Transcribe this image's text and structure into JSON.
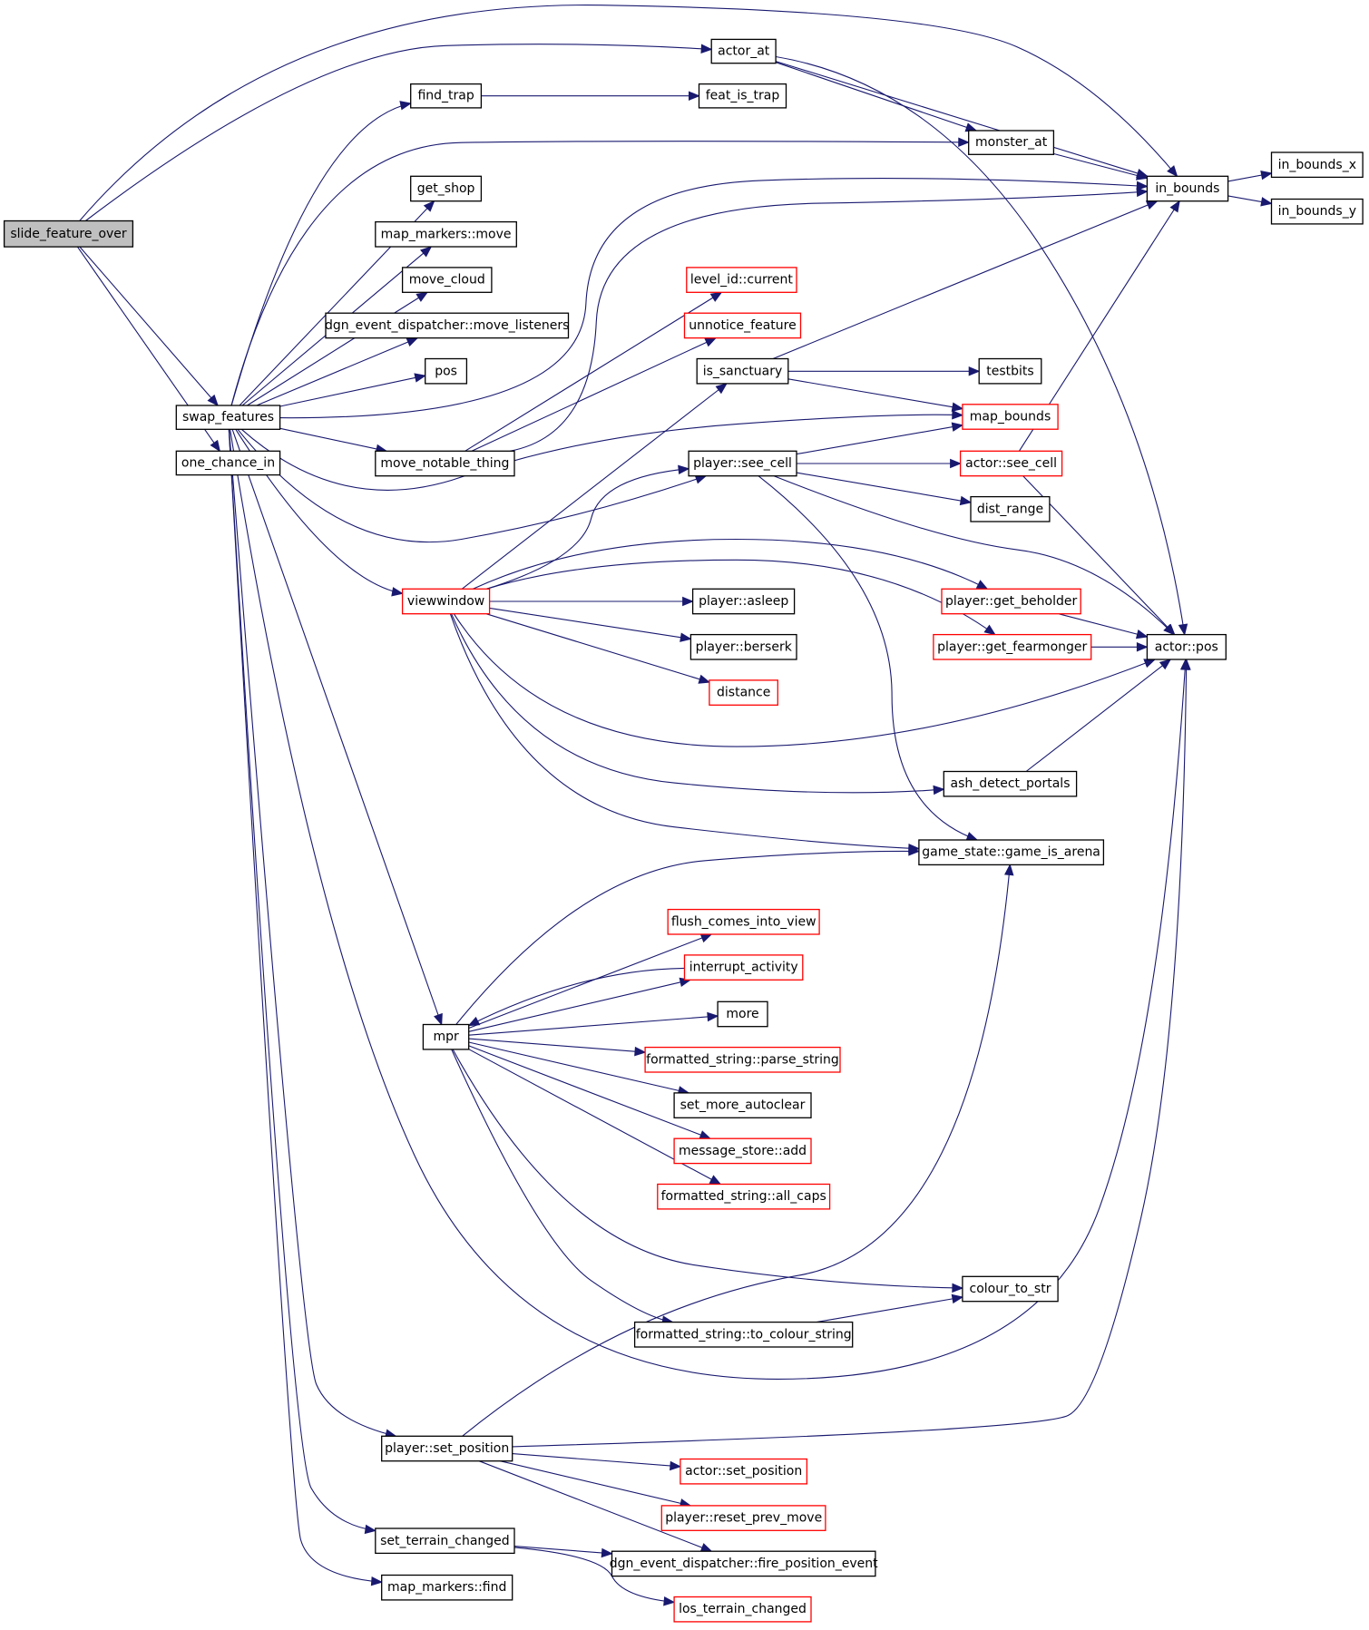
{
  "nodes": [
    {
      "id": "slide_feature_over",
      "label": "slide_feature_over",
      "style": "root"
    },
    {
      "id": "swap_features",
      "label": "swap_features",
      "style": "black"
    },
    {
      "id": "one_chance_in",
      "label": "one_chance_in",
      "style": "black"
    },
    {
      "id": "actor_at",
      "label": "actor_at",
      "style": "black"
    },
    {
      "id": "find_trap",
      "label": "find_trap",
      "style": "black"
    },
    {
      "id": "feat_is_trap",
      "label": "feat_is_trap",
      "style": "black"
    },
    {
      "id": "monster_at",
      "label": "monster_at",
      "style": "black"
    },
    {
      "id": "in_bounds",
      "label": "in_bounds",
      "style": "black"
    },
    {
      "id": "in_bounds_x",
      "label": "in_bounds_x",
      "style": "black"
    },
    {
      "id": "in_bounds_y",
      "label": "in_bounds_y",
      "style": "black"
    },
    {
      "id": "get_shop",
      "label": "get_shop",
      "style": "black"
    },
    {
      "id": "map_markers_move",
      "label": "map_markers::move",
      "style": "black"
    },
    {
      "id": "move_cloud",
      "label": "move_cloud",
      "style": "black"
    },
    {
      "id": "dgn_move_listeners",
      "label": "dgn_event_dispatcher::move_listeners",
      "style": "black"
    },
    {
      "id": "pos",
      "label": "pos",
      "style": "black"
    },
    {
      "id": "move_notable_thing",
      "label": "move_notable_thing",
      "style": "black"
    },
    {
      "id": "level_id_current",
      "label": "level_id::current",
      "style": "red"
    },
    {
      "id": "unnotice_feature",
      "label": "unnotice_feature",
      "style": "red"
    },
    {
      "id": "is_sanctuary",
      "label": "is_sanctuary",
      "style": "black"
    },
    {
      "id": "testbits",
      "label": "testbits",
      "style": "black"
    },
    {
      "id": "map_bounds",
      "label": "map_bounds",
      "style": "red"
    },
    {
      "id": "player_see_cell",
      "label": "player::see_cell",
      "style": "black"
    },
    {
      "id": "actor_see_cell",
      "label": "actor::see_cell",
      "style": "red"
    },
    {
      "id": "dist_range",
      "label": "dist_range",
      "style": "black"
    },
    {
      "id": "viewwindow",
      "label": "viewwindow",
      "style": "red"
    },
    {
      "id": "player_asleep",
      "label": "player::asleep",
      "style": "black"
    },
    {
      "id": "player_berserk",
      "label": "player::berserk",
      "style": "black"
    },
    {
      "id": "distance",
      "label": "distance",
      "style": "red"
    },
    {
      "id": "player_get_beholder",
      "label": "player::get_beholder",
      "style": "red"
    },
    {
      "id": "player_get_fearmonger",
      "label": "player::get_fearmonger",
      "style": "red"
    },
    {
      "id": "actor_pos",
      "label": "actor::pos",
      "style": "black"
    },
    {
      "id": "ash_detect_portals",
      "label": "ash_detect_portals",
      "style": "black"
    },
    {
      "id": "game_is_arena",
      "label": "game_state::game_is_arena",
      "style": "black"
    },
    {
      "id": "flush_comes_into_view",
      "label": "flush_comes_into_view",
      "style": "red"
    },
    {
      "id": "interrupt_activity",
      "label": "interrupt_activity",
      "style": "red"
    },
    {
      "id": "more",
      "label": "more",
      "style": "black"
    },
    {
      "id": "mpr",
      "label": "mpr",
      "style": "black"
    },
    {
      "id": "fs_parse_string",
      "label": "formatted_string::parse_string",
      "style": "red"
    },
    {
      "id": "set_more_autoclear",
      "label": "set_more_autoclear",
      "style": "black"
    },
    {
      "id": "message_store_add",
      "label": "message_store::add",
      "style": "red"
    },
    {
      "id": "fs_all_caps",
      "label": "formatted_string::all_caps",
      "style": "red"
    },
    {
      "id": "colour_to_str",
      "label": "colour_to_str",
      "style": "black"
    },
    {
      "id": "fs_to_colour_string",
      "label": "formatted_string::to_colour_string",
      "style": "black"
    },
    {
      "id": "player_set_position",
      "label": "player::set_position",
      "style": "black"
    },
    {
      "id": "actor_set_position",
      "label": "actor::set_position",
      "style": "red"
    },
    {
      "id": "player_reset_prev_move",
      "label": "player::reset_prev_move",
      "style": "red"
    },
    {
      "id": "set_terrain_changed",
      "label": "set_terrain_changed",
      "style": "black"
    },
    {
      "id": "dgn_fire_position_event",
      "label": "dgn_event_dispatcher::fire_position_event",
      "style": "black"
    },
    {
      "id": "map_markers_find",
      "label": "map_markers::find",
      "style": "black"
    },
    {
      "id": "los_terrain_changed",
      "label": "los_terrain_changed",
      "style": "red"
    }
  ],
  "edges": [
    [
      "slide_feature_over",
      "actor_at"
    ],
    [
      "slide_feature_over",
      "in_bounds"
    ],
    [
      "slide_feature_over",
      "swap_features"
    ],
    [
      "slide_feature_over",
      "one_chance_in"
    ],
    [
      "actor_at",
      "in_bounds"
    ],
    [
      "actor_at",
      "monster_at"
    ],
    [
      "actor_at",
      "actor_pos"
    ],
    [
      "find_trap",
      "feat_is_trap"
    ],
    [
      "monster_at",
      "in_bounds"
    ],
    [
      "in_bounds",
      "in_bounds_x"
    ],
    [
      "in_bounds",
      "in_bounds_y"
    ],
    [
      "swap_features",
      "find_trap"
    ],
    [
      "swap_features",
      "monster_at"
    ],
    [
      "swap_features",
      "get_shop"
    ],
    [
      "swap_features",
      "map_markers_move"
    ],
    [
      "swap_features",
      "move_cloud"
    ],
    [
      "swap_features",
      "dgn_move_listeners"
    ],
    [
      "swap_features",
      "pos"
    ],
    [
      "swap_features",
      "in_bounds"
    ],
    [
      "swap_features",
      "move_notable_thing"
    ],
    [
      "swap_features",
      "map_bounds"
    ],
    [
      "swap_features",
      "player_see_cell"
    ],
    [
      "swap_features",
      "viewwindow"
    ],
    [
      "swap_features",
      "mpr"
    ],
    [
      "swap_features",
      "actor_pos"
    ],
    [
      "swap_features",
      "player_set_position"
    ],
    [
      "swap_features",
      "set_terrain_changed"
    ],
    [
      "swap_features",
      "map_markers_find"
    ],
    [
      "move_notable_thing",
      "in_bounds"
    ],
    [
      "move_notable_thing",
      "level_id_current"
    ],
    [
      "move_notable_thing",
      "unnotice_feature"
    ],
    [
      "is_sanctuary",
      "in_bounds"
    ],
    [
      "is_sanctuary",
      "testbits"
    ],
    [
      "is_sanctuary",
      "map_bounds"
    ],
    [
      "player_see_cell",
      "map_bounds"
    ],
    [
      "player_see_cell",
      "actor_see_cell"
    ],
    [
      "player_see_cell",
      "dist_range"
    ],
    [
      "player_see_cell",
      "actor_pos"
    ],
    [
      "player_see_cell",
      "game_is_arena"
    ],
    [
      "actor_see_cell",
      "in_bounds"
    ],
    [
      "actor_see_cell",
      "actor_pos"
    ],
    [
      "viewwindow",
      "is_sanctuary"
    ],
    [
      "viewwindow",
      "player_see_cell"
    ],
    [
      "viewwindow",
      "player_get_beholder"
    ],
    [
      "viewwindow",
      "player_get_fearmonger"
    ],
    [
      "viewwindow",
      "player_asleep"
    ],
    [
      "viewwindow",
      "player_berserk"
    ],
    [
      "viewwindow",
      "distance"
    ],
    [
      "viewwindow",
      "actor_pos"
    ],
    [
      "viewwindow",
      "ash_detect_portals"
    ],
    [
      "viewwindow",
      "game_is_arena"
    ],
    [
      "player_get_beholder",
      "actor_pos"
    ],
    [
      "player_get_fearmonger",
      "actor_pos"
    ],
    [
      "ash_detect_portals",
      "actor_pos"
    ],
    [
      "mpr",
      "game_is_arena"
    ],
    [
      "mpr",
      "flush_comes_into_view"
    ],
    [
      "mpr",
      "interrupt_activity"
    ],
    [
      "interrupt_activity",
      "mpr"
    ],
    [
      "mpr",
      "more"
    ],
    [
      "mpr",
      "fs_parse_string"
    ],
    [
      "mpr",
      "set_more_autoclear"
    ],
    [
      "mpr",
      "message_store_add"
    ],
    [
      "mpr",
      "fs_all_caps"
    ],
    [
      "mpr",
      "colour_to_str"
    ],
    [
      "mpr",
      "fs_to_colour_string"
    ],
    [
      "fs_to_colour_string",
      "colour_to_str"
    ],
    [
      "player_set_position",
      "game_is_arena"
    ],
    [
      "player_set_position",
      "actor_pos"
    ],
    [
      "player_set_position",
      "actor_set_position"
    ],
    [
      "player_set_position",
      "player_reset_prev_move"
    ],
    [
      "player_set_position",
      "dgn_fire_position_event"
    ],
    [
      "set_terrain_changed",
      "dgn_fire_position_event"
    ],
    [
      "set_terrain_changed",
      "los_terrain_changed"
    ]
  ]
}
